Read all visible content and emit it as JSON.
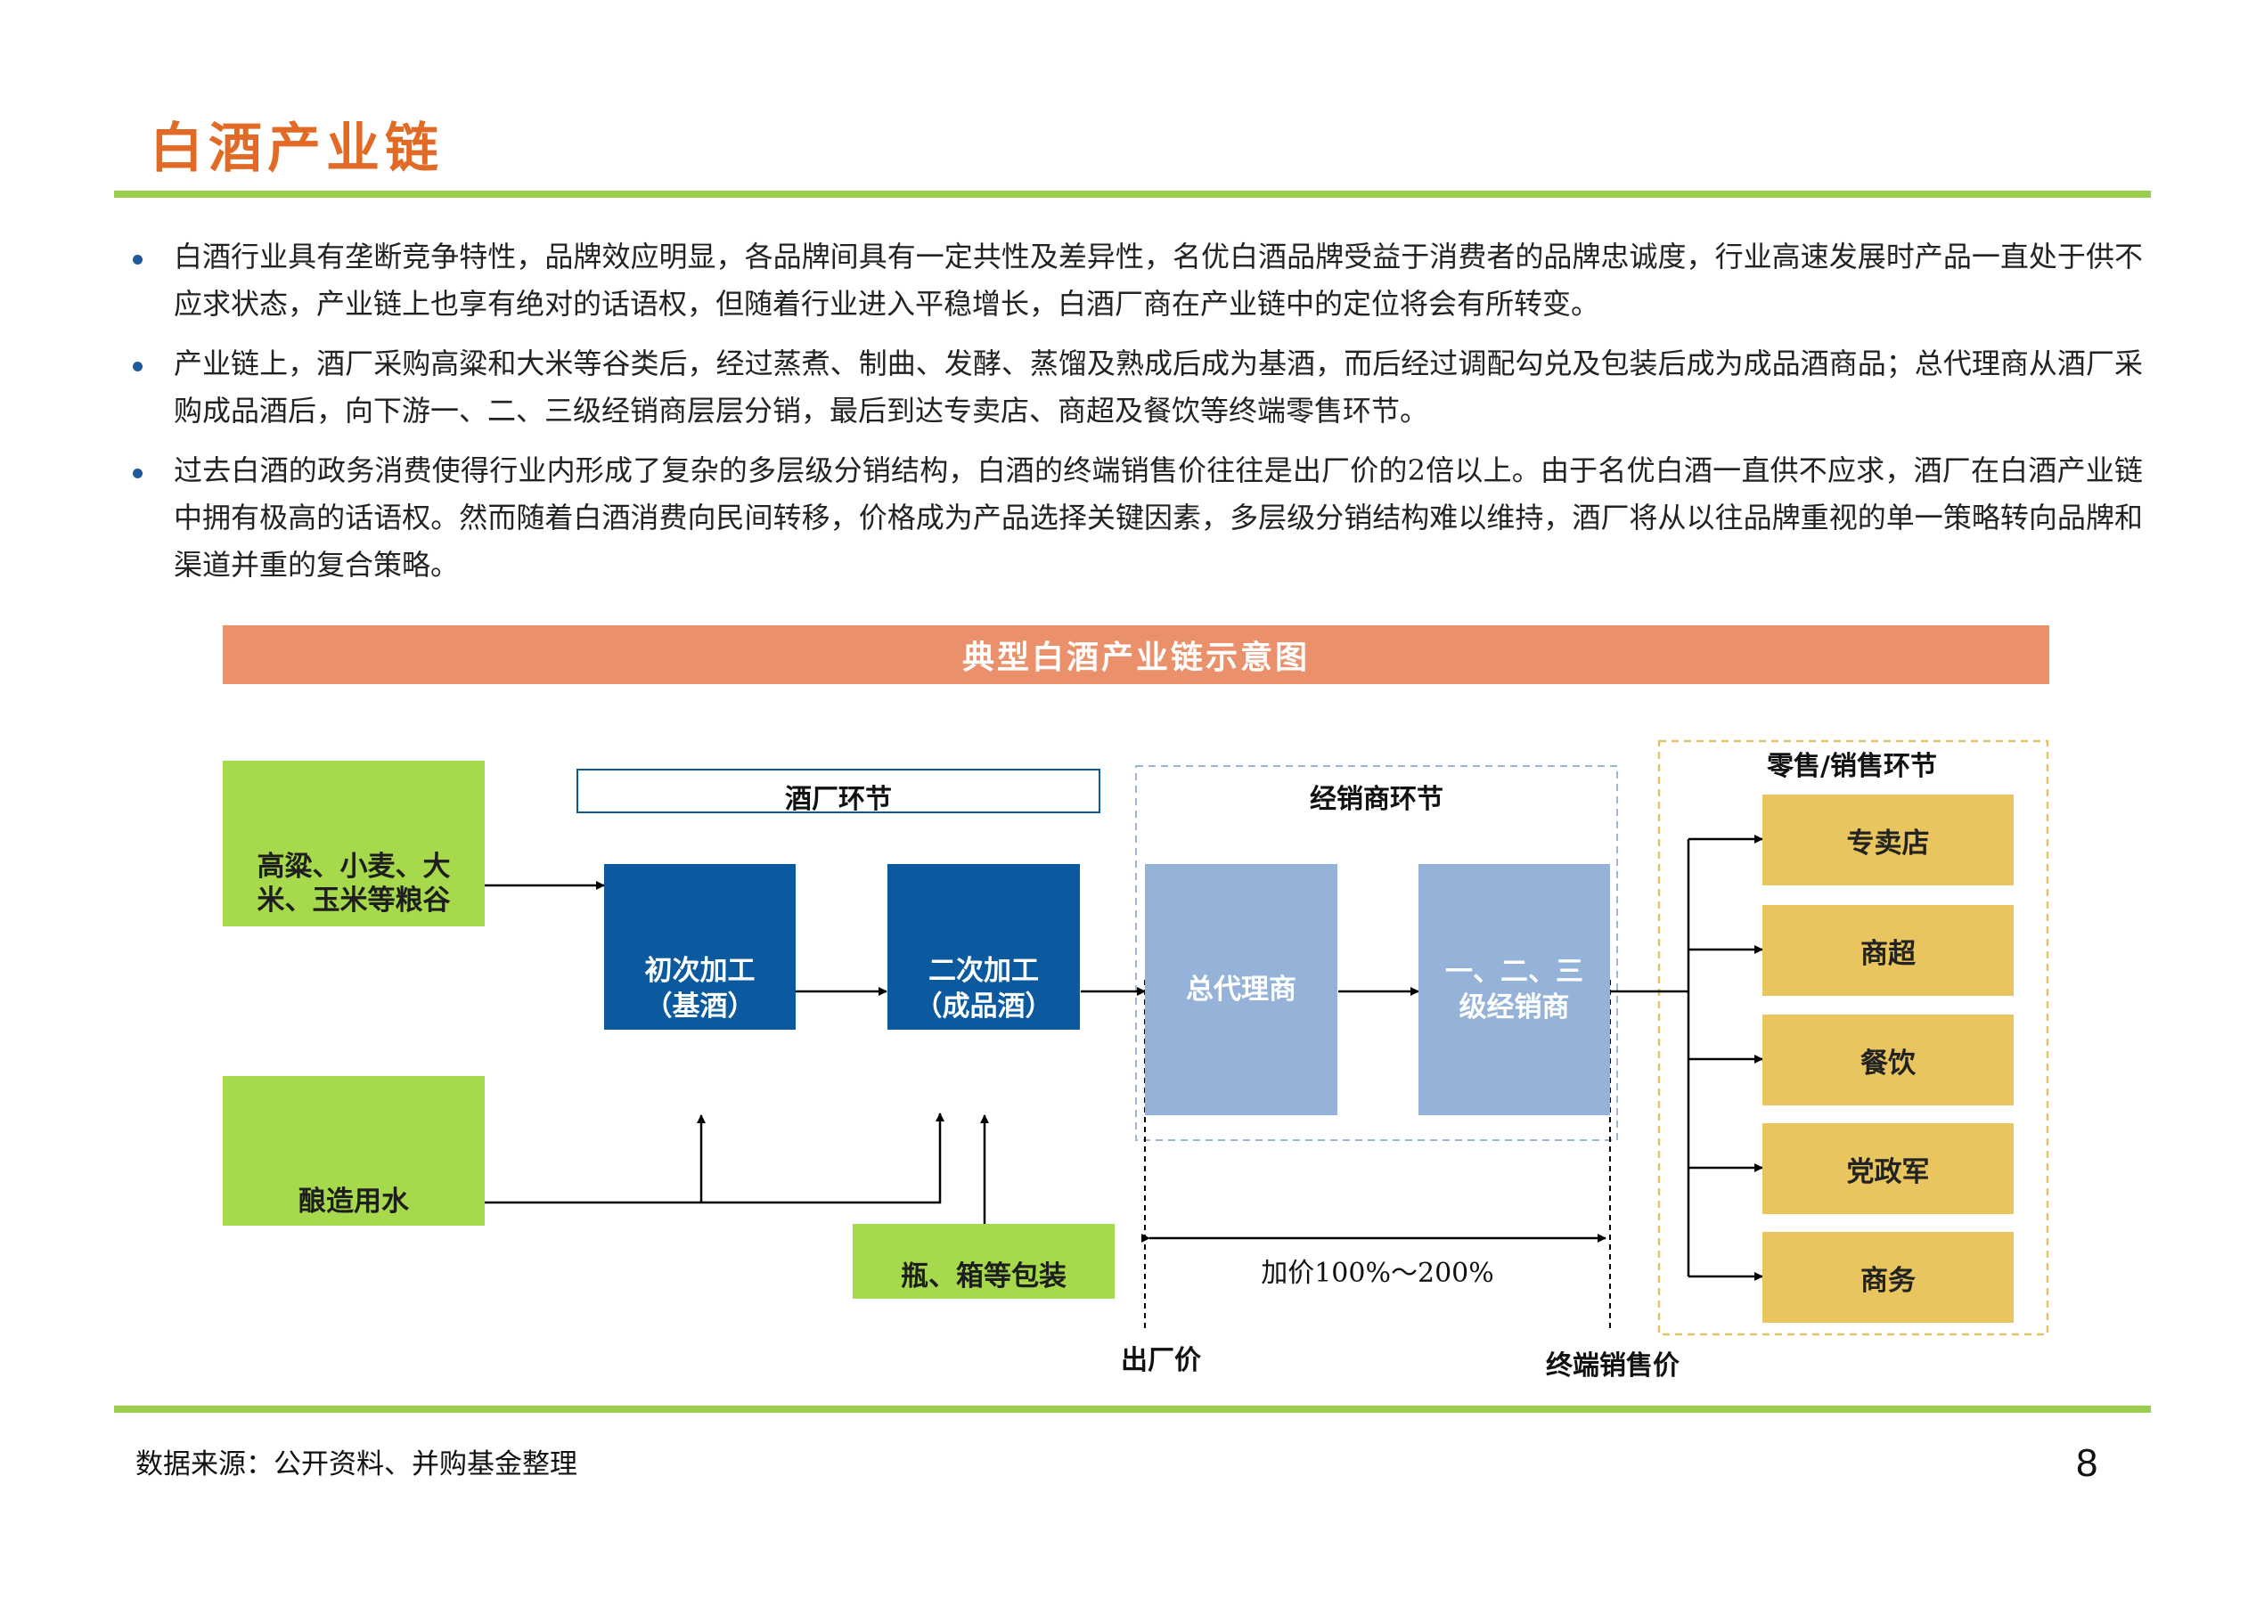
{
  "page_title": "白酒产业链",
  "bullets": [
    "白酒行业具有垄断竞争特性，品牌效应明显，各品牌间具有一定共性及差异性，名优白酒品牌受益于消费者的品牌忠诚度，行业高速发展时产品一直处于供不应求状态，产业链上也享有绝对的话语权，但随着行业进入平稳增长，白酒厂商在产业链中的定位将会有所转变。",
    "产业链上，酒厂采购高粱和大米等谷类后，经过蒸煮、制曲、发酵、蒸馏及熟成后成为基酒，而后经过调配勾兑及包装后成为成品酒商品；总代理商从酒厂采购成品酒后，向下游一、二、三级经销商层层分销，最后到达专卖店、商超及餐饮等终端零售环节。",
    "过去白酒的政务消费使得行业内形成了复杂的多层级分销结构，白酒的终端销售价往往是出厂价的2倍以上。由于名优白酒一直供不应求，酒厂在白酒产业链中拥有极高的话语权。然而随着白酒消费向民间转移，价格成为产品选择关键因素，多层级分销结构难以维持，酒厂将从以往品牌重视的单一策略转向品牌和渠道并重的复合策略。"
  ],
  "diagram": {
    "banner": "典型白酒产业链示意图",
    "inputs": {
      "grain": "高粱、小麦、大米、玉米等粮谷",
      "water": "酿造用水",
      "packaging": "瓶、箱等包装"
    },
    "factory_label": "酒厂环节",
    "factory_steps": [
      {
        "line1": "初次加工",
        "line2": "（基酒）"
      },
      {
        "line1": "二次加工",
        "line2": "（成品酒）"
      }
    ],
    "distributor_label": "经销商环节",
    "distributors": [
      {
        "line1": "总代理商",
        "line2": ""
      },
      {
        "line1": "一、二、三",
        "line2": "级经销商"
      }
    ],
    "retail_label": "零售/销售环节",
    "retail": [
      "专卖店",
      "商超",
      "餐饮",
      "党政军",
      "商务"
    ],
    "markup": "加价100%～200%",
    "factory_price": "出厂价",
    "retail_price": "终端销售价"
  },
  "footer": {
    "source": "数据来源：公开资料、并购基金整理",
    "page_number": "8"
  },
  "colors": {
    "title": "#e06a26",
    "rule": "#9acd4c",
    "banner": "#ea906b",
    "input_green": "#a6d94c",
    "factory_blue": "#0b5aa0",
    "distributor_blue": "#95b3d8",
    "retail_gold": "#e8c55e"
  }
}
